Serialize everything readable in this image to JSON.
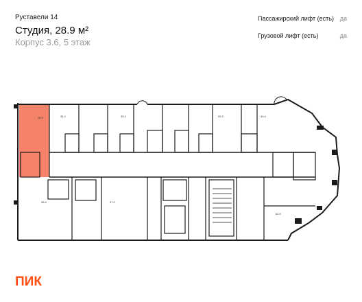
{
  "project": "Руставели 14",
  "unit": {
    "title": "Студия, 28.9 м²",
    "subtitle": "Корпус 3.6, 5 этаж"
  },
  "features": [
    {
      "label": "Пассажирский лифт (есть)",
      "value": "да"
    },
    {
      "label": "Грузовой лифт (есть)",
      "value": "да"
    }
  ],
  "highlight_color": "#f4836a",
  "room_areas": [
    "28.9",
    "34.4",
    "35.4",
    "50.3",
    "43.4",
    "38.6",
    "37.2",
    "63.9"
  ],
  "logo": "ПИК",
  "logo_color": "#ff4f12"
}
